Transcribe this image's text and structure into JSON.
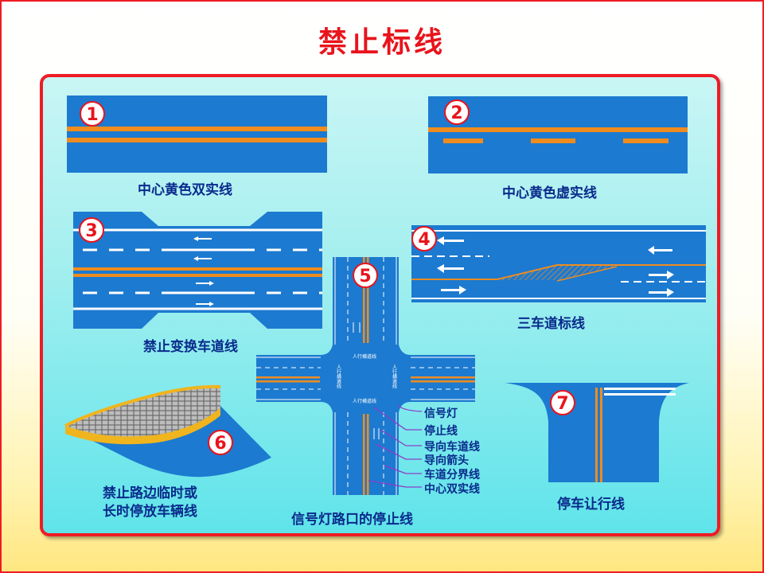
{
  "page": {
    "title": "禁止标线"
  },
  "colors": {
    "title": "#e8141c",
    "road": "#1c7ad0",
    "yellow_line": "#f08c1e",
    "caption": "#0a2a8c",
    "frame": "#ee1c24"
  },
  "panels": [
    {
      "number": "1",
      "caption": "中心黄色双实线"
    },
    {
      "number": "2",
      "caption": "中心黄色虚实线"
    },
    {
      "number": "3",
      "caption": "禁止变换车道线"
    },
    {
      "number": "4",
      "caption": "三车道标线"
    },
    {
      "number": "5",
      "caption": "信号灯路口的停止线"
    },
    {
      "number": "6",
      "caption": "禁止路边临时或长时停放车辆线",
      "caption_lines": [
        "禁止路边临时或",
        "长时停放车辆线"
      ]
    },
    {
      "number": "7",
      "caption": "停车让行线"
    }
  ],
  "intersection": {
    "crosswalk_label": "人行横道线",
    "legend": [
      "信号灯",
      "停止线",
      "导向车道线",
      "导向箭头",
      "车道分界线",
      "中心双实线"
    ]
  }
}
